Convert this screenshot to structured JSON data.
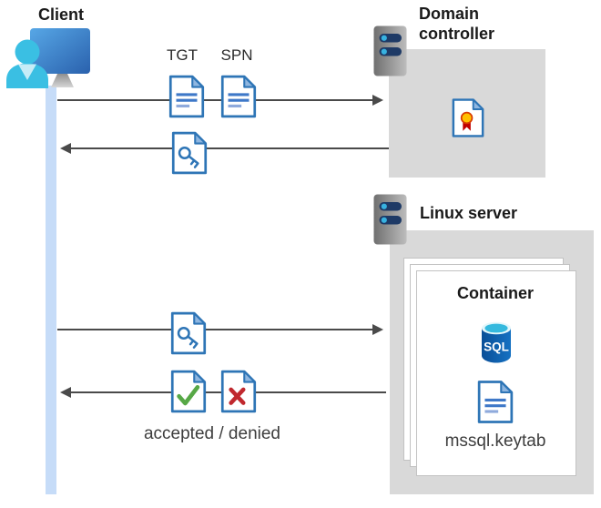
{
  "client": {
    "label": "Client"
  },
  "domain_controller": {
    "label": "Domain controller"
  },
  "linux_server": {
    "label": "Linux server"
  },
  "container": {
    "label": "Container",
    "sql_badge": "SQL",
    "keytab_label": "mssql.keytab"
  },
  "messages": {
    "tgt": "TGT",
    "spn": "SPN",
    "accepted_denied": "accepted / denied"
  },
  "colors": {
    "doc_blue": "#2E75B6",
    "fold_blue": "#8FB6E0",
    "person_cyan": "#3ABFE3",
    "box_gray": "#D9D9D9",
    "arrow_gray": "#4A4A4A",
    "check_green": "#57A846",
    "cross_red": "#C0282E",
    "cert_yellow": "#FFC000",
    "ribbon_red": "#C00000",
    "sql_blue": "#0F5CA8",
    "sql_cyan": "#35B9DE",
    "lifeline_blue": "#C6DCF8"
  }
}
